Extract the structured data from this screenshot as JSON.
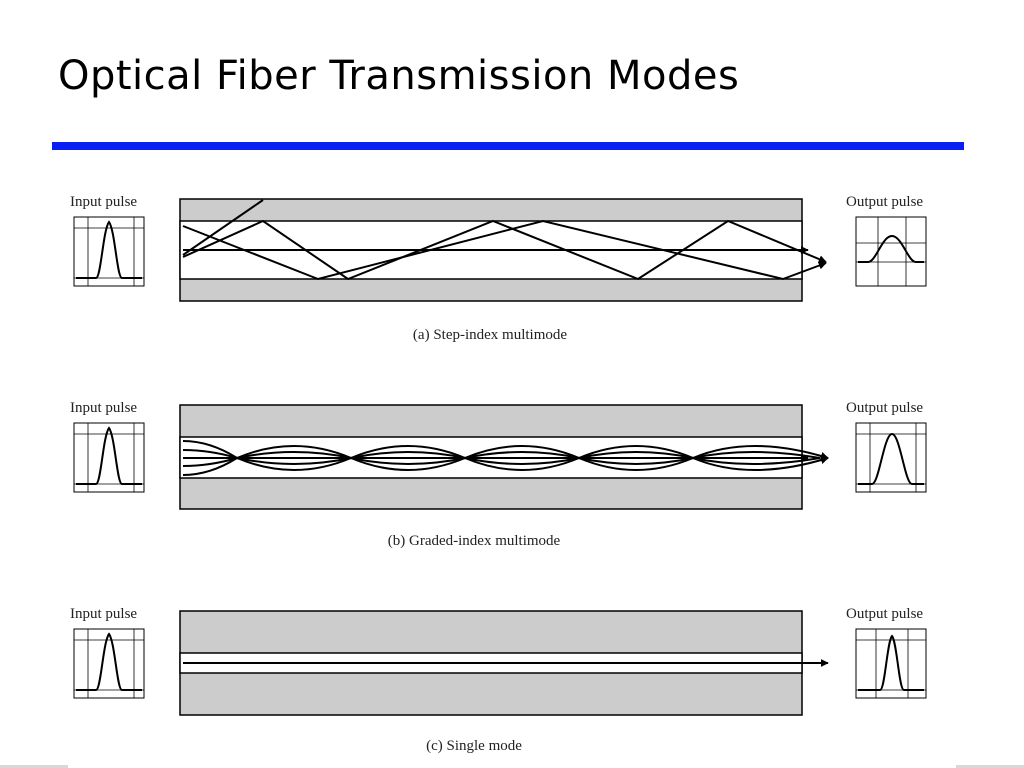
{
  "slide": {
    "title": "Optical Fiber Transmission Modes",
    "accent_color": "#0a1ff2"
  },
  "colors": {
    "cladding": "#cccccc",
    "core": "#ffffff",
    "stroke": "#000000"
  },
  "panels": [
    {
      "id": "step-index",
      "caption": "(a) Step-index multimode",
      "input_label": "Input pulse",
      "output_label": "Output pulse",
      "core_size": "wide",
      "ray_pattern": "zigzag",
      "output_pulse_shape": "broad"
    },
    {
      "id": "graded-index",
      "caption": "(b) Graded-index multimode",
      "input_label": "Input pulse",
      "output_label": "Output pulse",
      "core_size": "wide",
      "ray_pattern": "sinusoidal",
      "output_pulse_shape": "slightly broadened"
    },
    {
      "id": "single-mode",
      "caption": "(c) Single mode",
      "input_label": "Input pulse",
      "output_label": "Output pulse",
      "core_size": "narrow",
      "ray_pattern": "straight",
      "output_pulse_shape": "narrow"
    }
  ]
}
